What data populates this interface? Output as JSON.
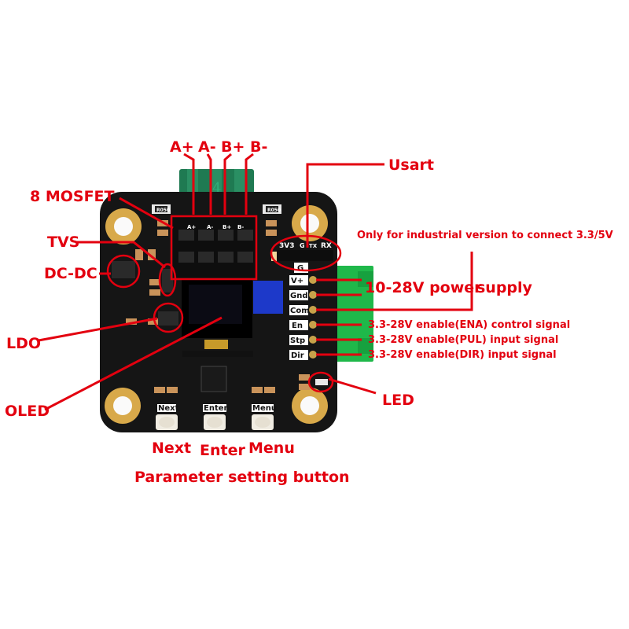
{
  "diagram": {
    "title": "Stepper motor driver board pinout",
    "colors": {
      "annotation": "#e3000f",
      "pcb": "#151515",
      "connector_green": "#1fb84a",
      "motor_connector": "#1f7a52",
      "gold": "#d8a94a",
      "potentiometer": "#1d39c9"
    },
    "motor_pins": [
      "A+",
      "A-",
      "B+",
      "B-"
    ],
    "motor_pin_silk": [
      "A+",
      "A-",
      "B+",
      "B-"
    ],
    "motor_connector_mark": "4",
    "usart": {
      "label": "Usart",
      "pins": [
        "3V3",
        "G",
        "TX",
        "RX"
      ],
      "note": "Only for industrial version to connect 3.3/5V"
    },
    "power_terminal": {
      "header_label": "G",
      "pins": [
        "V+",
        "Gnd",
        "Com",
        "En",
        "Stp",
        "Dir"
      ],
      "descriptions": {
        "power": "10-28V power",
        "supply": "supply",
        "ena": "3.3-28V enable(ENA) control signal",
        "pul": "3.3-28V enable(PUL) input signal",
        "dir": "3.3-28V enable(DIR) input signal"
      }
    },
    "components": {
      "mosfet": "8 MOSFET",
      "tvs": "TVS",
      "dcdc": "DC-DC",
      "ldo": "LDO",
      "oled": "OLED",
      "led": "LED",
      "resistor_mark": "R050"
    },
    "buttons": {
      "silk": [
        "Next",
        "Enter",
        "Menu"
      ],
      "labels": [
        "Next",
        "Enter",
        "Menu"
      ],
      "caption": "Parameter setting button"
    }
  }
}
